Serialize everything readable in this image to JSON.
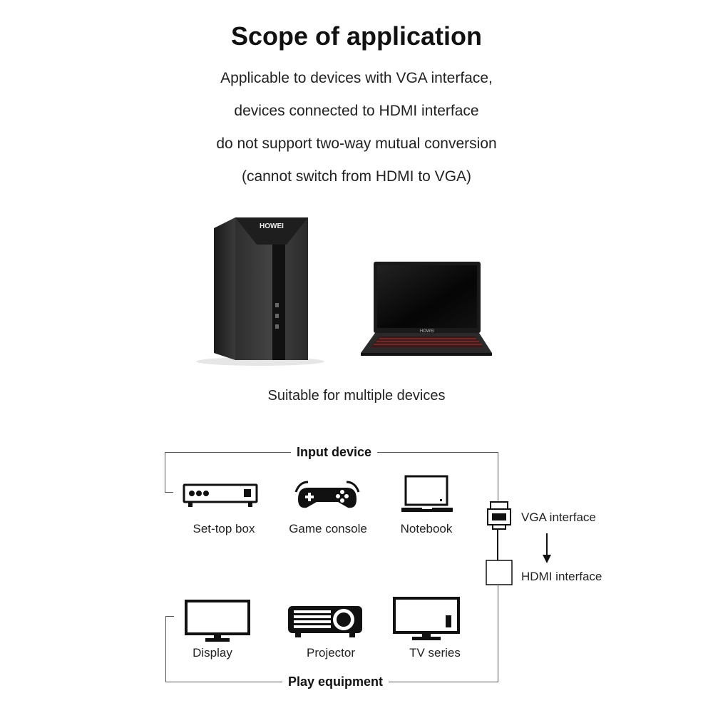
{
  "title": "Scope of application",
  "description": [
    "Applicable to devices with VGA interface,",
    "devices connected to HDMI interface",
    "do not support two-way mutual conversion",
    "(cannot switch from HDMI to VGA)"
  ],
  "product_image": {
    "tower_brand": "HOWEI",
    "laptop_brand": "HOWEI"
  },
  "caption": "Suitable for multiple devices",
  "input_section": {
    "label": "Input device",
    "devices": [
      {
        "label": "Set-top box",
        "icon": "set-top-box-icon"
      },
      {
        "label": "Game console",
        "icon": "gamepad-icon"
      },
      {
        "label": "Notebook",
        "icon": "laptop-icon"
      }
    ]
  },
  "interfaces": {
    "vga_label": "VGA interface",
    "hdmi_label": "HDMI interface"
  },
  "play_section": {
    "label": "Play equipment",
    "devices": [
      {
        "label": "Display",
        "icon": "monitor-icon"
      },
      {
        "label": "Projector",
        "icon": "projector-icon"
      },
      {
        "label": "TV series",
        "icon": "tv-icon"
      }
    ]
  }
}
